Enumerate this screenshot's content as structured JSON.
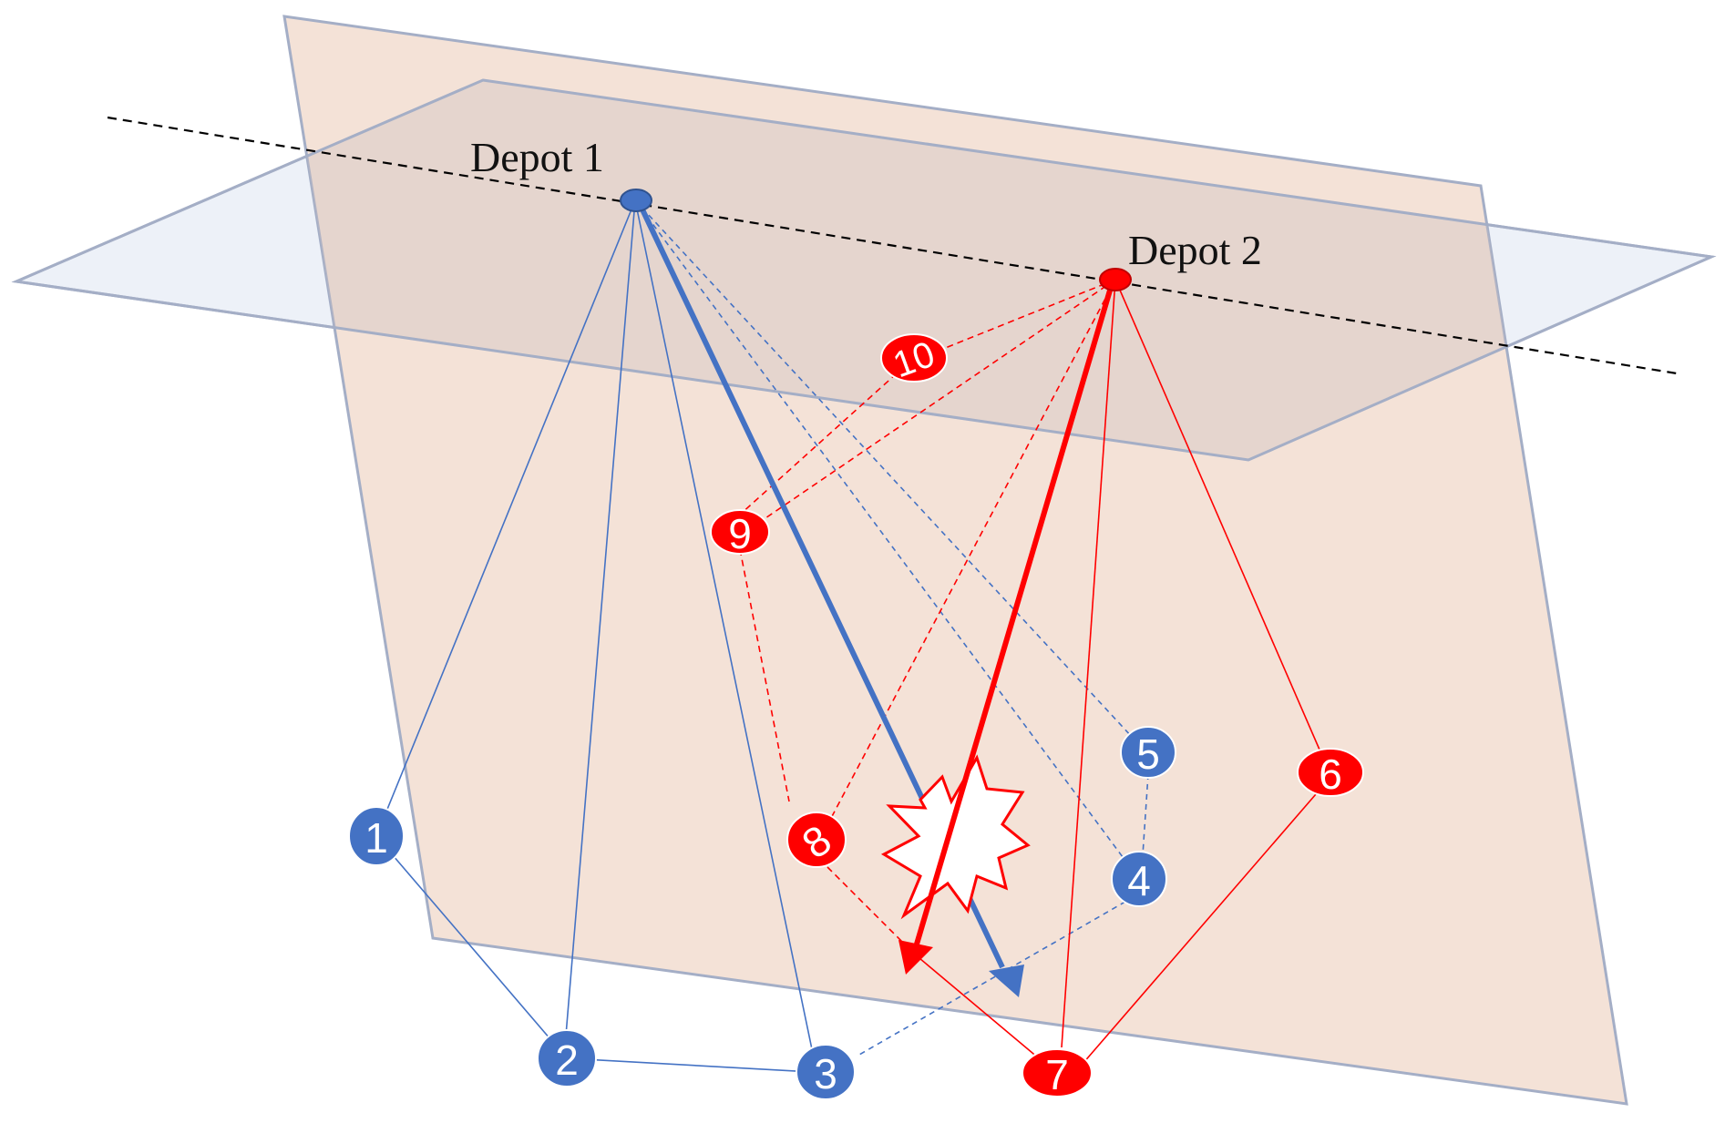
{
  "depots": {
    "depot_1": {
      "label": "Depot 1",
      "color": "#4472c4"
    },
    "depot_2": {
      "label": "Depot 2",
      "color": "#ff0000"
    }
  },
  "customers": [
    {
      "id": "1",
      "label": "1",
      "color": "#4472c4"
    },
    {
      "id": "2",
      "label": "2",
      "color": "#4472c4"
    },
    {
      "id": "3",
      "label": "3",
      "color": "#4472c4"
    },
    {
      "id": "4",
      "label": "4",
      "color": "#4472c4"
    },
    {
      "id": "5",
      "label": "5",
      "color": "#4472c4"
    },
    {
      "id": "6",
      "label": "6",
      "color": "#ff0000"
    },
    {
      "id": "7",
      "label": "7",
      "color": "#ff0000"
    },
    {
      "id": "8",
      "label": "8",
      "color": "#ff0000"
    },
    {
      "id": "9",
      "label": "9",
      "color": "#ff0000"
    },
    {
      "id": "10",
      "label": "10",
      "color": "#ff0000"
    }
  ],
  "colors": {
    "blue_route": "#4472c4",
    "red_route": "#ff0000",
    "vertical_plane_fill": "#f2ddd0",
    "horizontal_plane_fill": "#edf1f8",
    "plane_border": "#a4aec6",
    "intersection_line": "#000000"
  }
}
